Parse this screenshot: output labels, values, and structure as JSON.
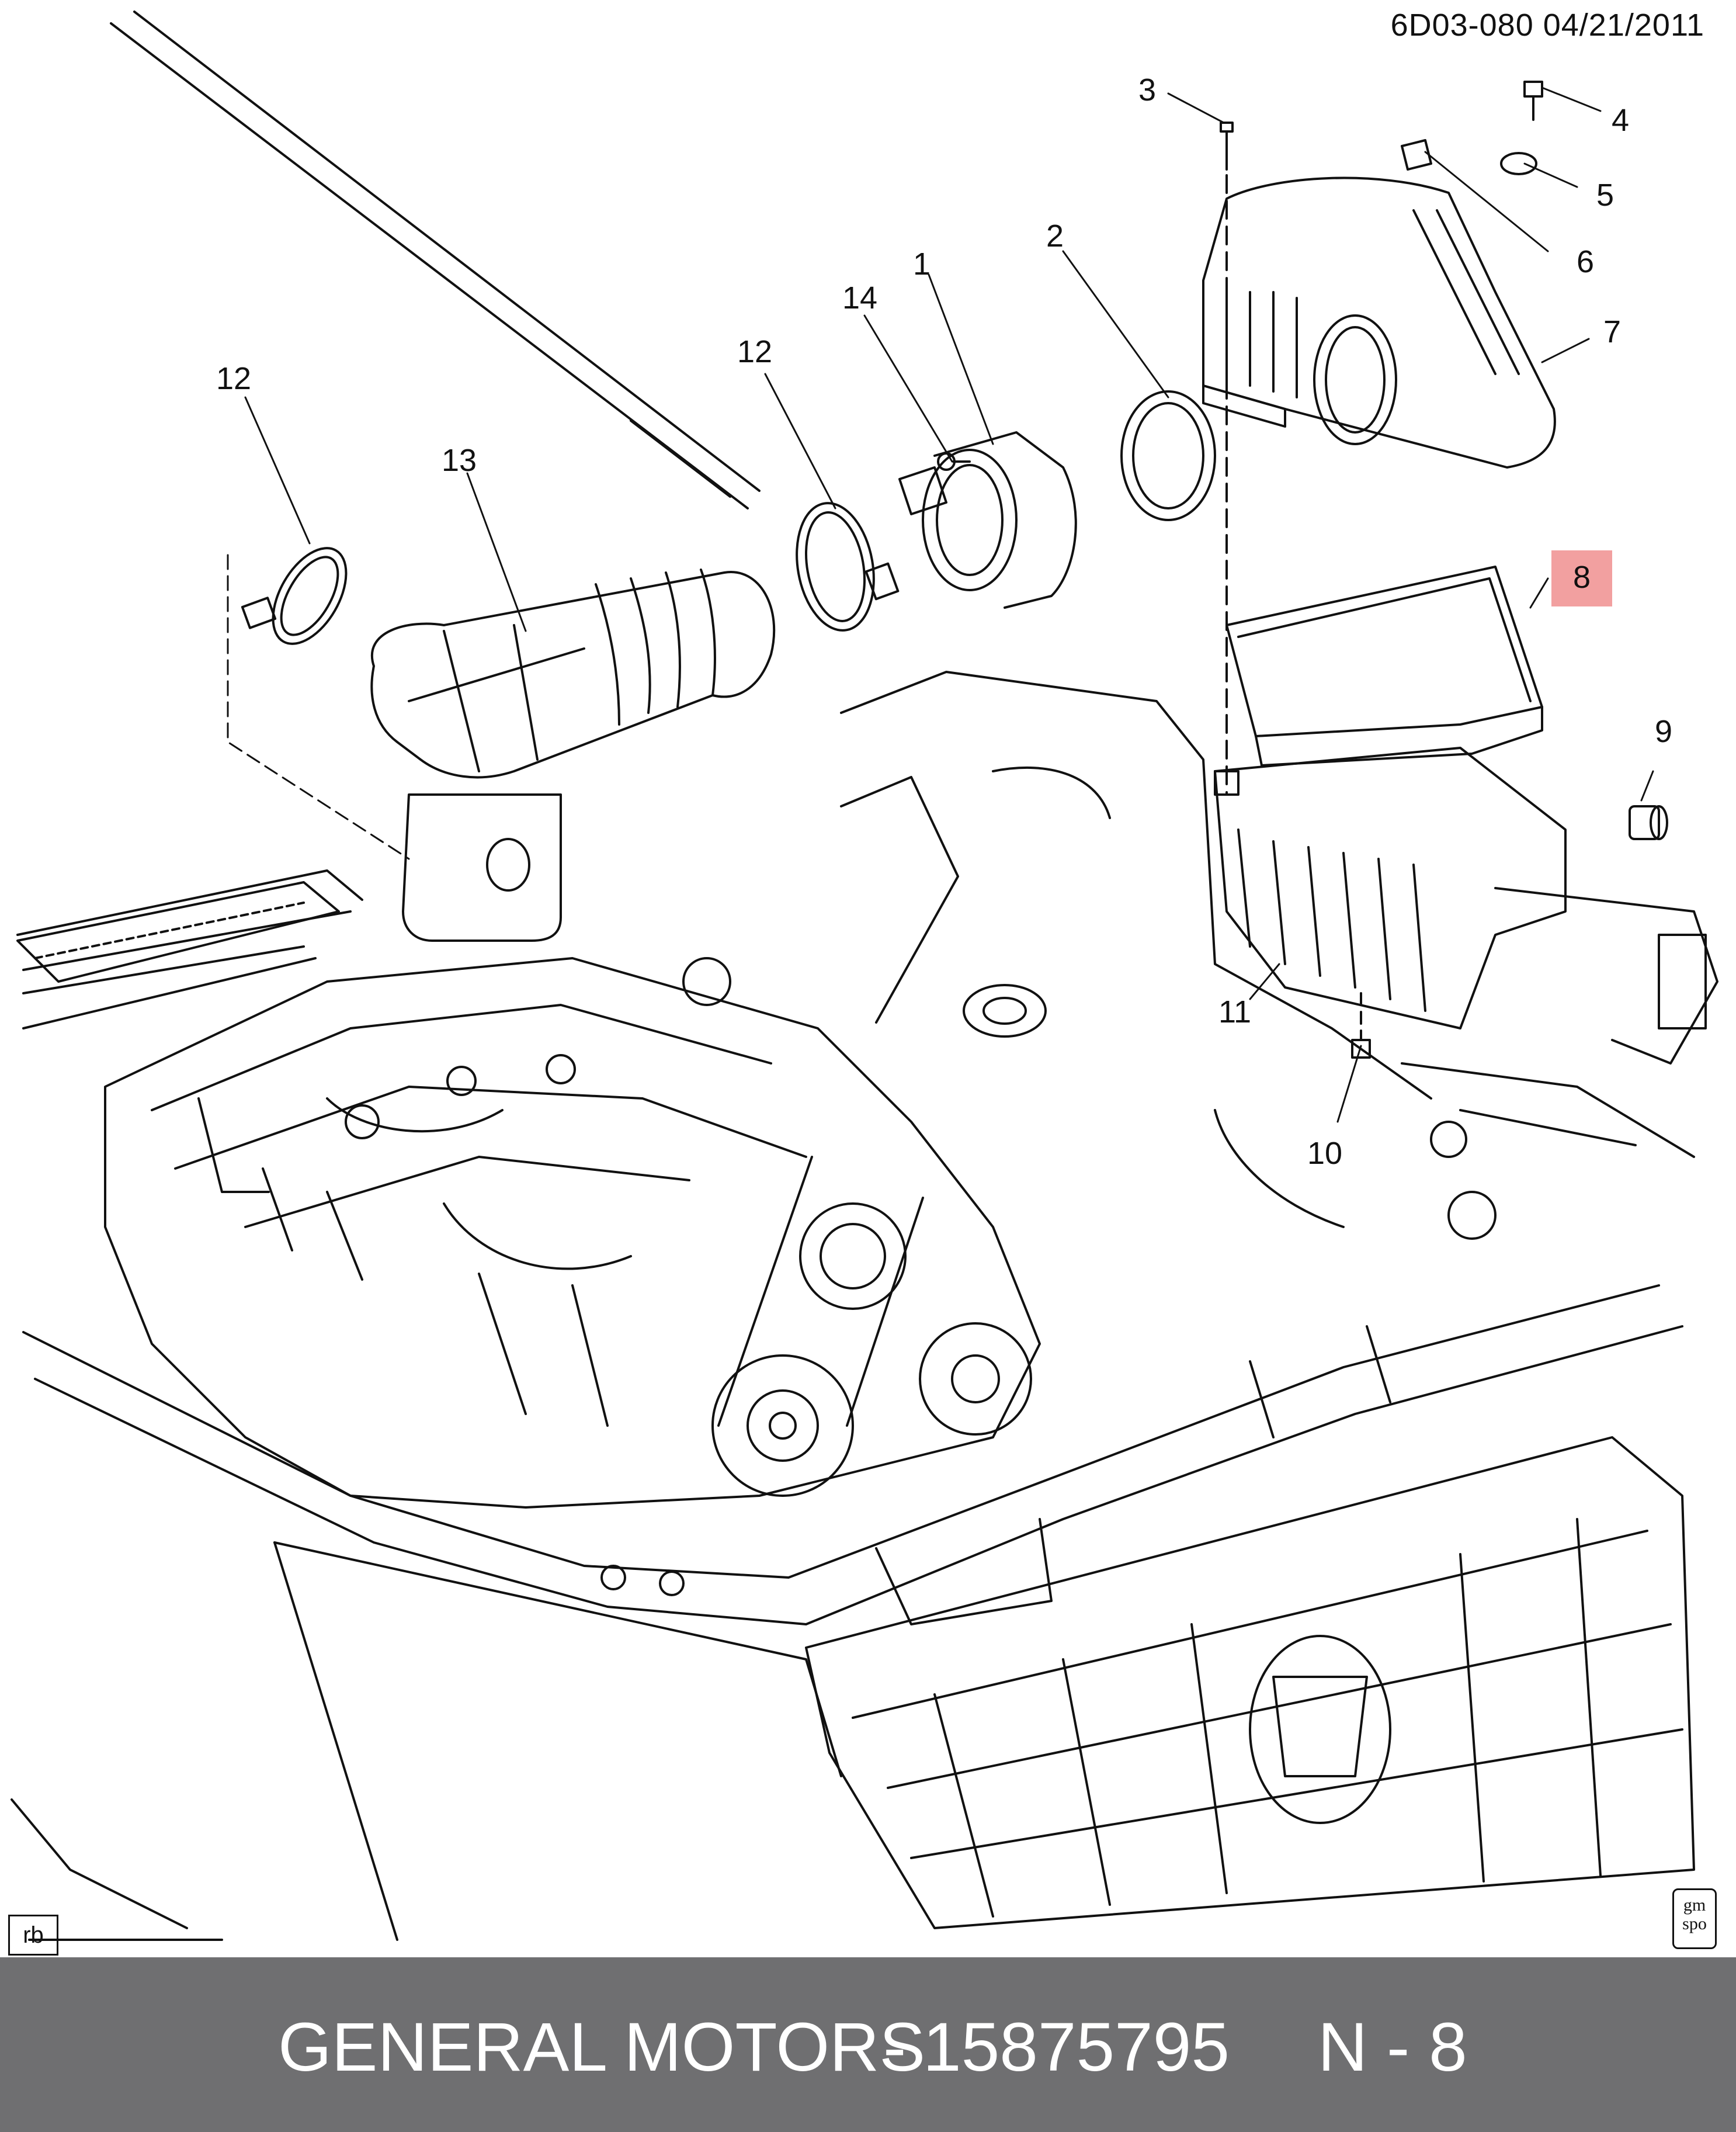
{
  "diagram": {
    "reference": "6D03-080  04/21/2011",
    "callouts": [
      {
        "id": "c1",
        "label": "1"
      },
      {
        "id": "c2",
        "label": "2"
      },
      {
        "id": "c3",
        "label": "3"
      },
      {
        "id": "c4",
        "label": "4"
      },
      {
        "id": "c5",
        "label": "5"
      },
      {
        "id": "c6",
        "label": "6"
      },
      {
        "id": "c7",
        "label": "7"
      },
      {
        "id": "c8",
        "label": "8",
        "highlighted": true
      },
      {
        "id": "c9",
        "label": "9"
      },
      {
        "id": "c10",
        "label": "10"
      },
      {
        "id": "c11",
        "label": "11"
      },
      {
        "id": "c12a",
        "label": "12"
      },
      {
        "id": "c12b",
        "label": "12"
      },
      {
        "id": "c13",
        "label": "13"
      },
      {
        "id": "c14",
        "label": "14"
      }
    ],
    "highlight_color": "#f2a0a0",
    "corner_tag": "rb",
    "logo": "gm spo"
  },
  "footer": {
    "brand": "GENERAL MOTORS",
    "separator": "-",
    "part_number": "15875795",
    "item_ref": "N - 8",
    "background": "#6f6f71"
  }
}
